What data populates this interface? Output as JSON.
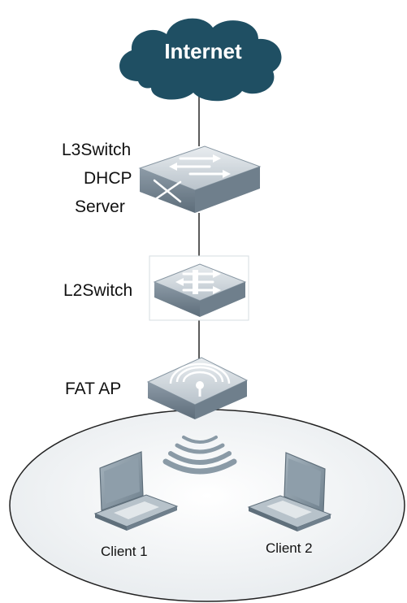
{
  "cloud": {
    "label": "Internet"
  },
  "devices": {
    "l3switch": {
      "lines": [
        "L3Switch",
        "DHCP",
        "Server"
      ]
    },
    "l2switch": {
      "label": "L2Switch"
    },
    "fat_ap": {
      "label": "FAT AP"
    }
  },
  "clients": [
    {
      "label": "Client 1"
    },
    {
      "label": "Client 2"
    }
  ],
  "colors": {
    "cloud": "#1f4f63",
    "device_top": "#cfd6dd",
    "device_side": "#7f8f9c",
    "link": "#333333",
    "laptop": "#8a9aa6",
    "wifi": "#8a9aa6"
  },
  "icons": [
    "cloud-icon",
    "l3-switch-icon",
    "l2-switch-icon",
    "access-point-icon",
    "wifi-signal-icon",
    "laptop-icon"
  ]
}
